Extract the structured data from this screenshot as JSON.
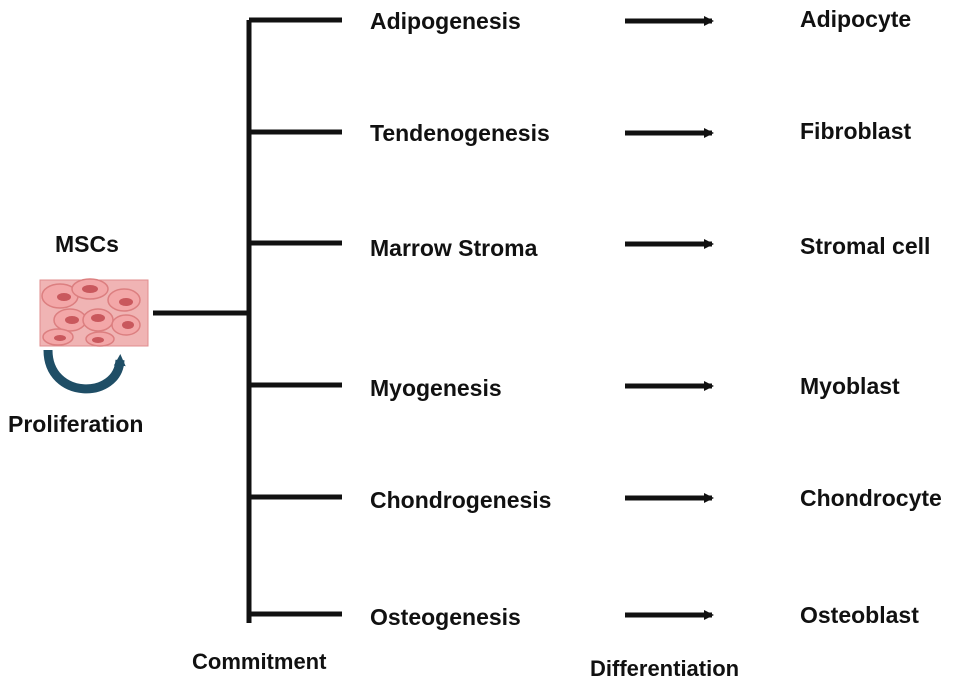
{
  "source": {
    "title": "MSCs",
    "caption": "Proliferation"
  },
  "axis_labels": {
    "commitment": "Commitment",
    "differentiation": "Differentiation"
  },
  "lineages": [
    {
      "process": "Adipogenesis",
      "cell": "Adipocyte"
    },
    {
      "process": "Tendenogenesis",
      "cell": "Fibroblast"
    },
    {
      "process": "Marrow Stroma",
      "cell": "Stromal cell"
    },
    {
      "process": "Myogenesis",
      "cell": "Myoblast"
    },
    {
      "process": "Chondrogenesis",
      "cell": "Chondrocyte"
    },
    {
      "process": "Osteogenesis",
      "cell": "Osteoblast"
    }
  ],
  "colors": {
    "line": "#111111",
    "cell_fill": "#eea6a6",
    "cell_border": "#dc7f80",
    "nucleus": "#c9585d",
    "proliferation_arrow": "#1f4e66"
  }
}
